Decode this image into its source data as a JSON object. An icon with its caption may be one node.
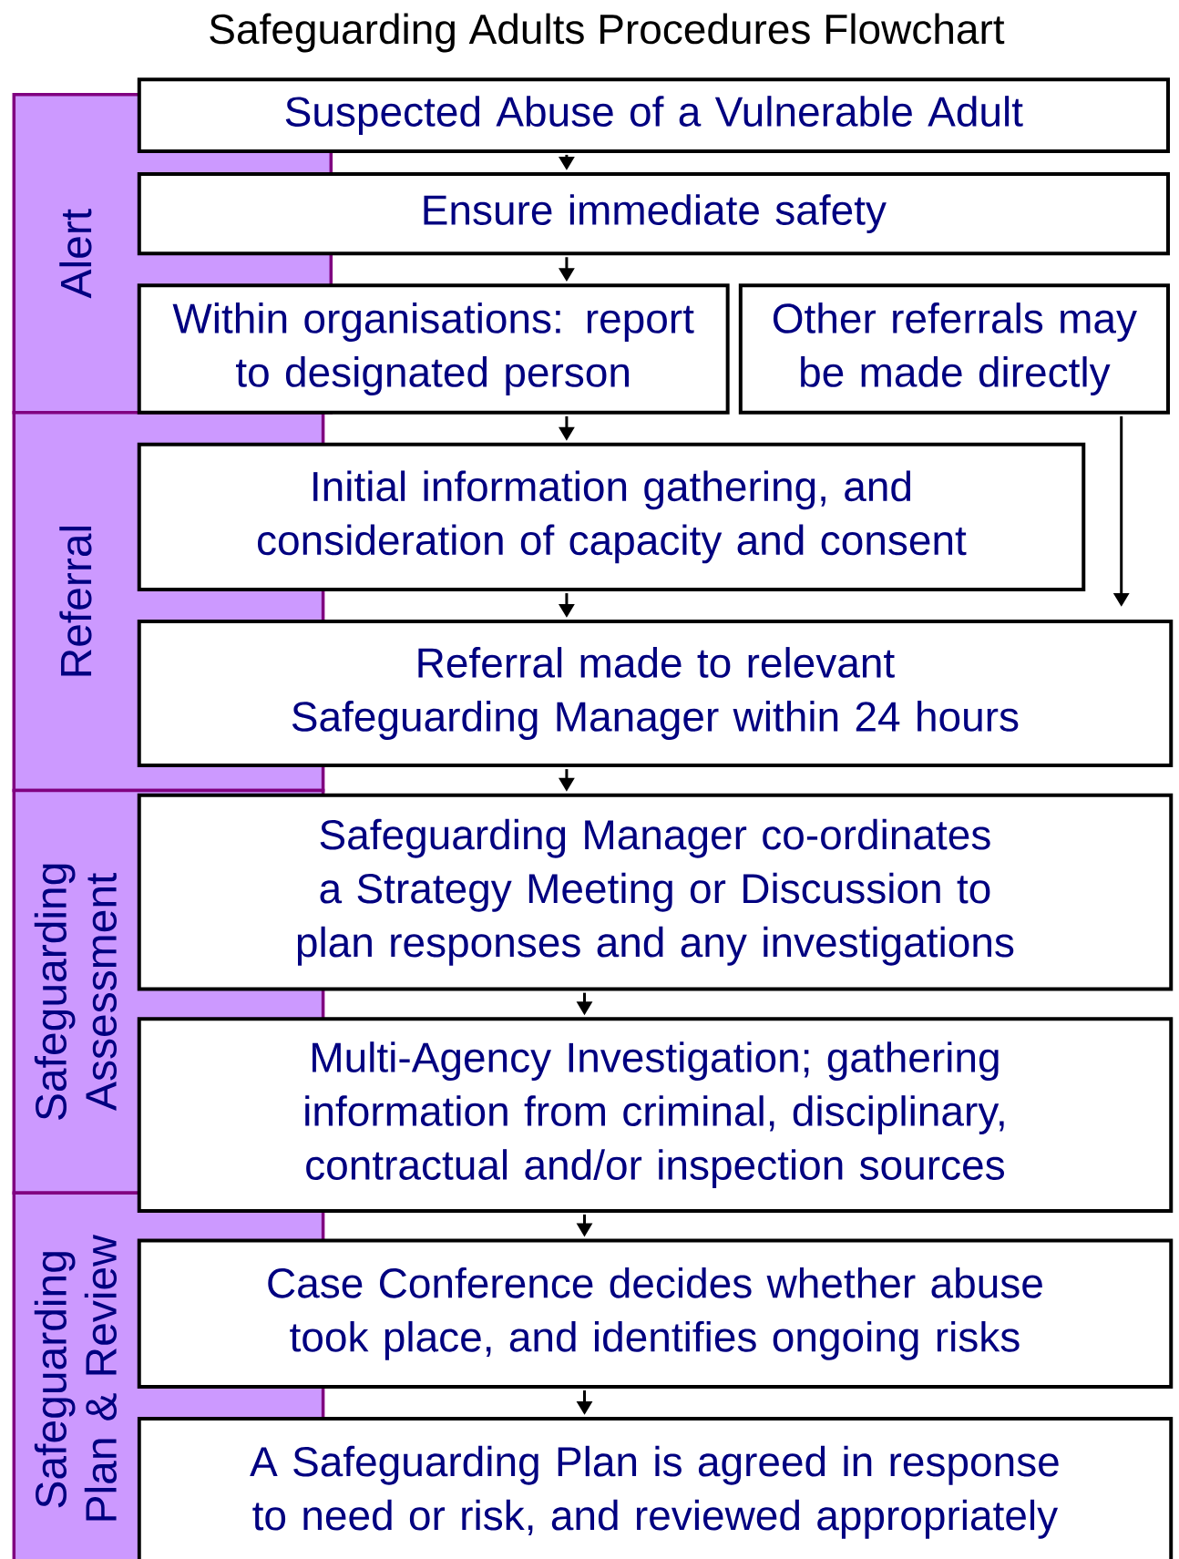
{
  "diagram": {
    "title": "Safeguarding Adults Procedures Flowchart",
    "nodes": [
      {
        "text": [
          "Suspected Abuse of a Vulnerable Adult"
        ]
      },
      {
        "text": [
          "Ensure immediate safety"
        ]
      },
      {
        "text": [
          "Within organisations: report to designated person"
        ]
      },
      {
        "text": [
          "Other referrals may be made directly"
        ]
      },
      {
        "text": [
          "Initial information gathering, and consideration of capacity and consent"
        ]
      },
      {
        "text": [
          "Referral made to relevant Safeguarding Manager within 24 hours"
        ]
      },
      {
        "text": [
          "Safeguarding Manager co-ordinates a Strategy Meeting or Discussion to plan responses and any investigations"
        ]
      },
      {
        "text": [
          "Multi-Agency Investigation; gathering information from criminal, disciplinary, contractual and/or inspection sources"
        ]
      },
      {
        "text": [
          "Case Conference decides whether abuse took place, and identifies ongoing risks"
        ]
      },
      {
        "text": [
          "A Safeguarding Plan is agreed in response to need or risk, and reviewed appropriately"
        ]
      },
      {
        "text": [
          "Alert"
        ]
      },
      {
        "text": [
          "Referral"
        ]
      },
      {
        "text": [
          "Safeguarding Assessment"
        ]
      },
      {
        "text": [
          "Safeguarding Plan & Review"
        ]
      }
    ],
    "edges": [
      {
        "from": 0,
        "to": 1,
        "arrow": "to"
      },
      {
        "from": 1,
        "to": 2,
        "arrow": "to"
      },
      {
        "from": 2,
        "to": 4,
        "arrow": "to"
      },
      {
        "from": 4,
        "to": 5,
        "arrow": "to"
      },
      {
        "from": 3,
        "to": 5,
        "arrow": "to"
      },
      {
        "from": 5,
        "to": 6,
        "arrow": "to"
      },
      {
        "from": 6,
        "to": 7,
        "arrow": "to"
      },
      {
        "from": 7,
        "to": 8,
        "arrow": "to"
      },
      {
        "from": 8,
        "to": 9,
        "arrow": "to"
      }
    ]
  }
}
